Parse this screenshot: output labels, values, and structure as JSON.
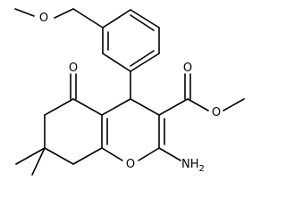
{
  "structure": {
    "atoms": {
      "methoxy_oxygen": "O",
      "ketone_oxygen": "O",
      "ester_carbonyl_oxygen": "O",
      "ester_oxygen": "O",
      "ring_oxygen": "O",
      "amino_group": "NH",
      "amino_subscript": "2"
    }
  }
}
